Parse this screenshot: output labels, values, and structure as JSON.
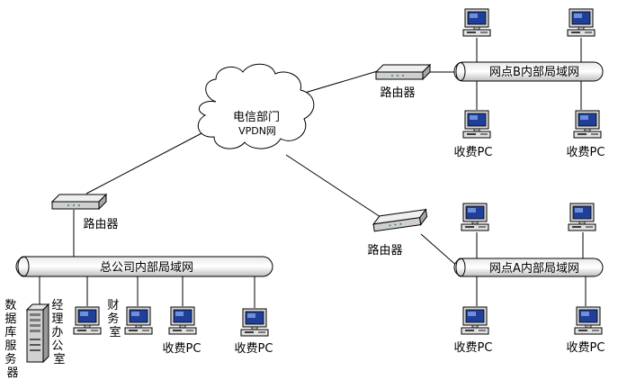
{
  "cloud": {
    "line1": "电信部门",
    "line2": "VPDN网"
  },
  "networks": {
    "hq": "总公司内部局域网",
    "branch_b": "网点B内部局域网",
    "branch_a": "网点A内部局域网"
  },
  "routers": {
    "hq": "路由器",
    "branch_b": "路由器",
    "branch_a": "路由器"
  },
  "pcs": {
    "b_bottom_left": "收费PC",
    "b_bottom_right": "收费PC",
    "a_bottom_left": "收费PC",
    "a_bottom_right": "收费PC",
    "hq_toll_1": "收费PC",
    "hq_toll_2": "收费PC"
  },
  "hq_rooms": {
    "server": [
      "数",
      "据",
      "库",
      "服",
      "务",
      "器"
    ],
    "manager": [
      "经",
      "理",
      "办",
      "公",
      "室"
    ],
    "finance": [
      "财",
      "务",
      "室"
    ]
  }
}
